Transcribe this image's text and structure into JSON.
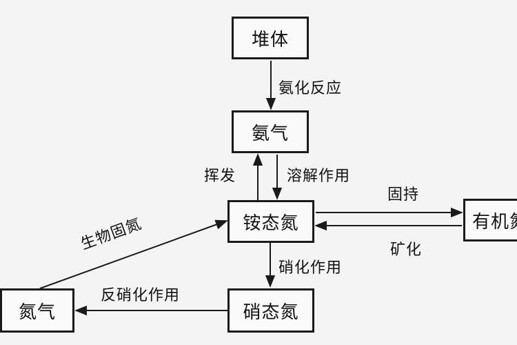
{
  "nodes": {
    "compost": "堆体",
    "ammonia": "氨气",
    "ammonium_n": "铵态氮",
    "organic_n": "有机氮",
    "nitrate_n": "硝态氮",
    "nitrogen_gas": "氮气"
  },
  "edges": {
    "ammonification": "氨化反应",
    "volatilization": "挥发",
    "dissolution": "溶解作用",
    "immobilization": "固持",
    "mineralization": "矿化",
    "nitrification": "硝化作用",
    "denitrification": "反硝化作用",
    "biological_fixation": "生物固氮"
  }
}
